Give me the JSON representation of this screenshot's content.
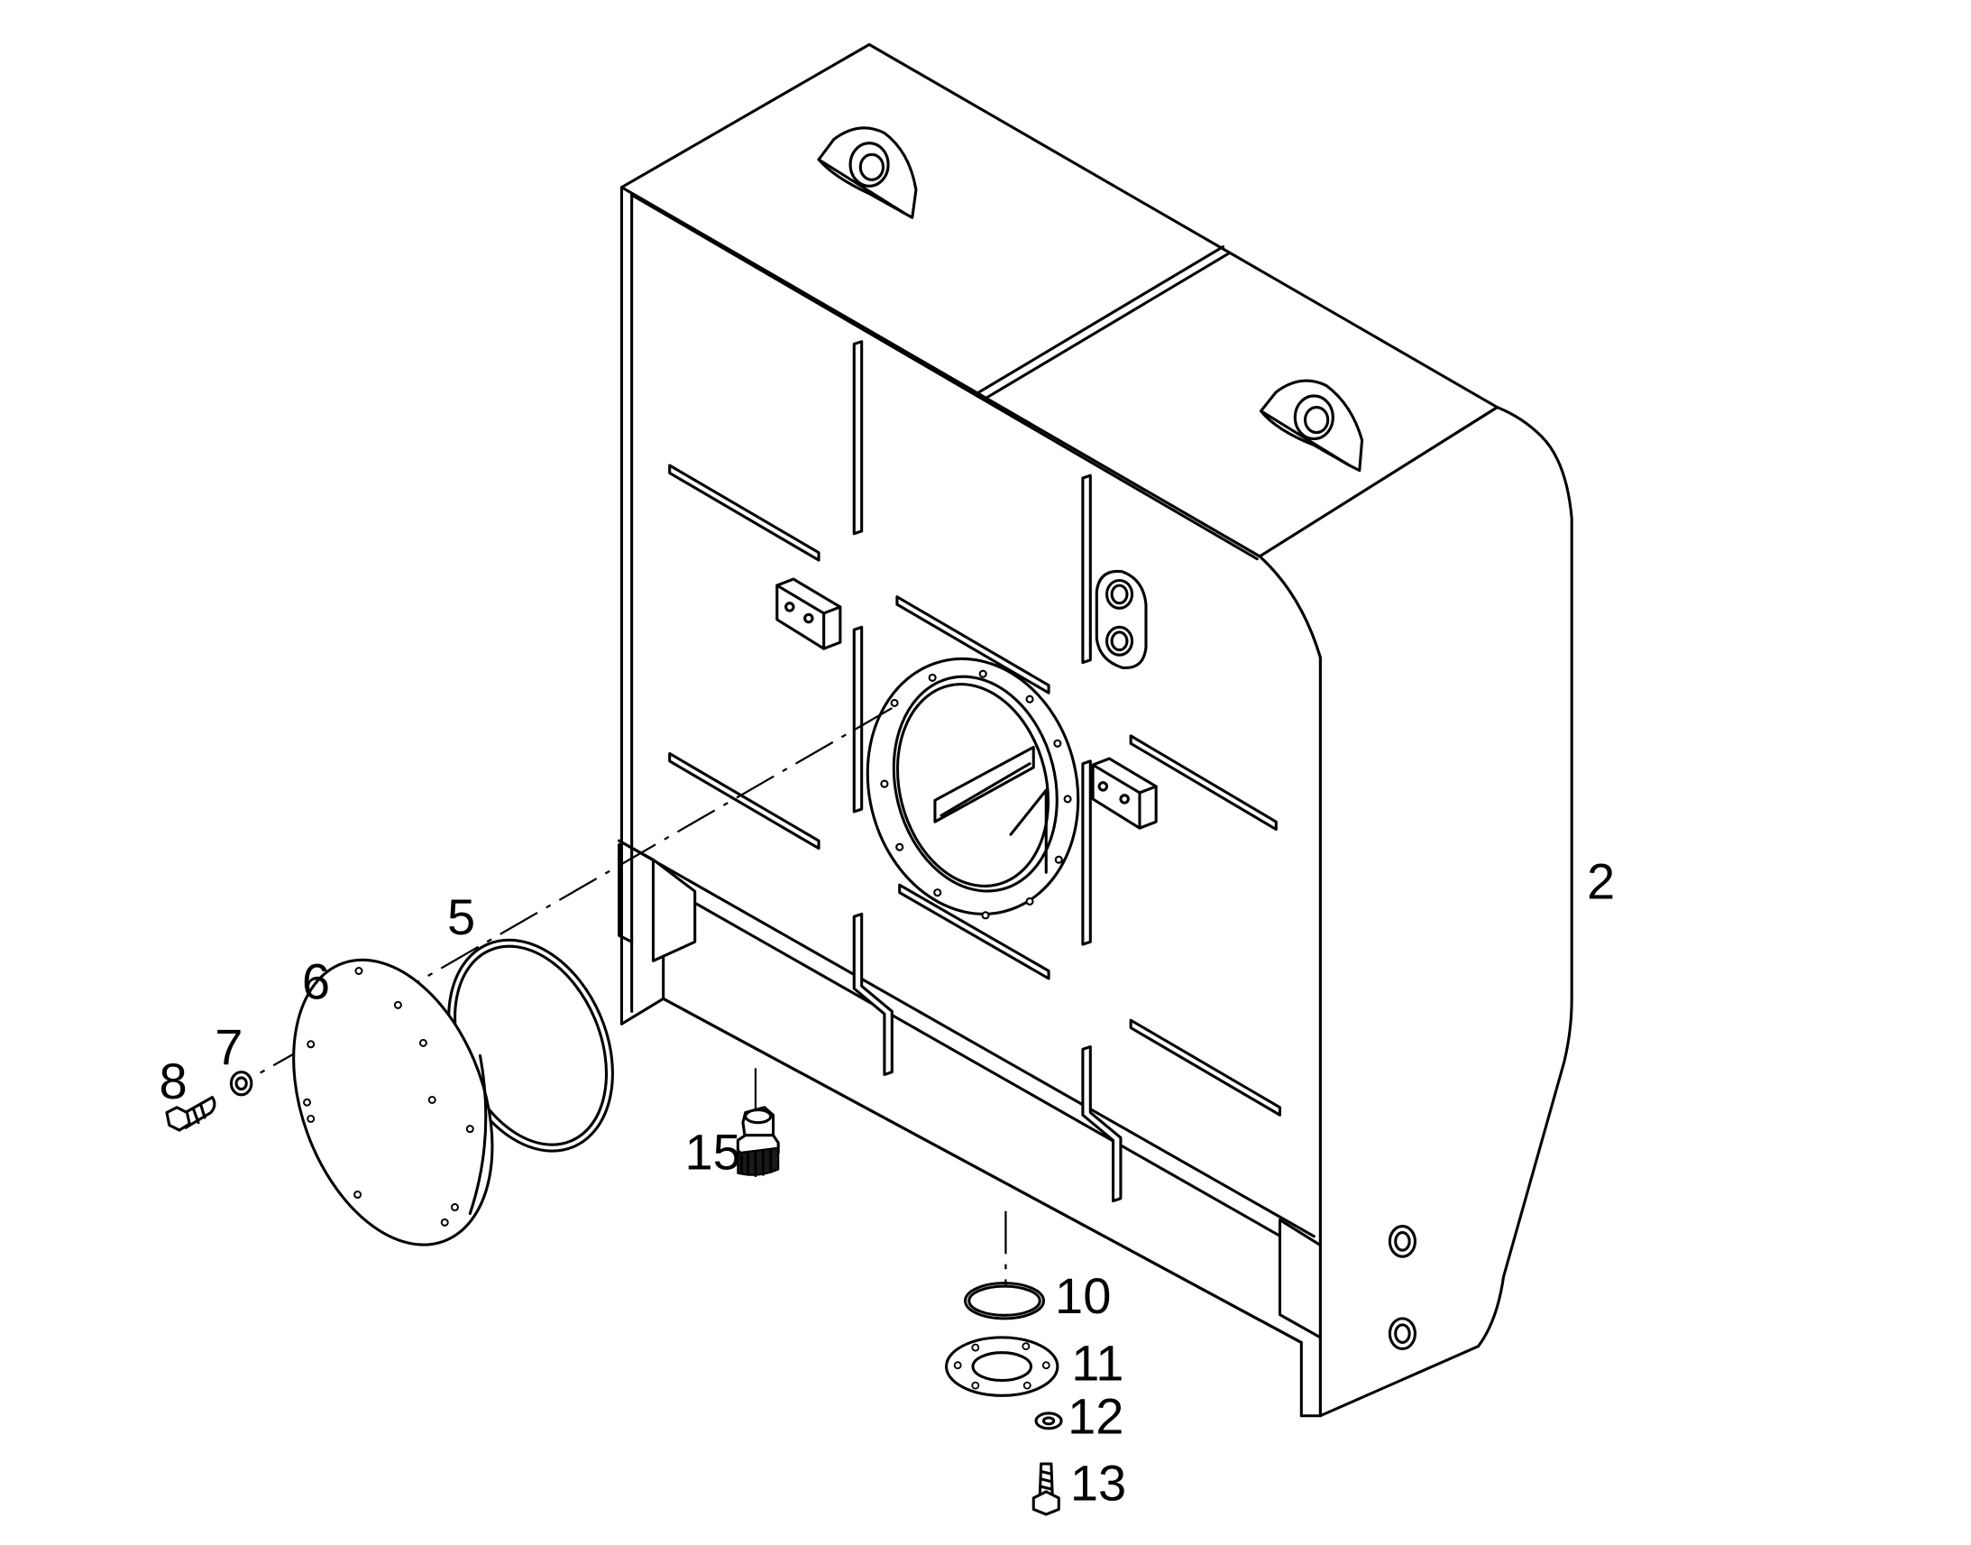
{
  "callouts": [
    {
      "id": "2",
      "label": "2"
    },
    {
      "id": "5",
      "label": "5"
    },
    {
      "id": "6",
      "label": "6"
    },
    {
      "id": "7",
      "label": "7"
    },
    {
      "id": "8",
      "label": "8"
    },
    {
      "id": "10",
      "label": "10"
    },
    {
      "id": "11",
      "label": "11"
    },
    {
      "id": "12",
      "label": "12"
    },
    {
      "id": "13",
      "label": "13"
    },
    {
      "id": "15",
      "label": "15"
    }
  ],
  "parts": {
    "tank": "tank-body",
    "lifting_eyes": 2,
    "stiffener_ribs": 12,
    "inspection_opening": "round-flange",
    "cover_plate": "cover-disc",
    "gasket": "o-ring",
    "drain_plug": "plug",
    "bottom_flange": "six-hole-flange"
  },
  "colors": {
    "line": "#000000",
    "background": "#ffffff"
  }
}
